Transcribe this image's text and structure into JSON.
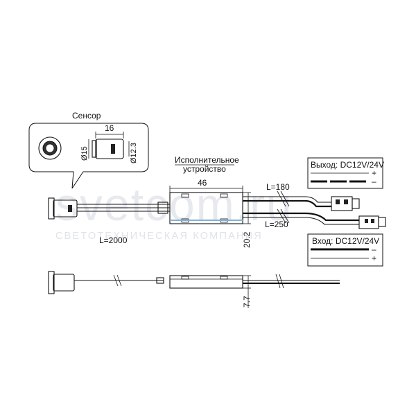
{
  "labels": {
    "sensor_title": "Сенсор",
    "dim_16": "16",
    "dim_d15": "Ø15",
    "dim_d123": "Ø12.3",
    "actuator_line1": "Исполнительное",
    "actuator_line2": "устройство",
    "dim_46": "46",
    "len_180": "L=180",
    "len_250": "L=250",
    "len_2000": "L=2000",
    "dim_202": "20.2",
    "dim_77": "7.7",
    "output_label": "Выход: DC12V/24V",
    "input_label": "Вход: DC12V/24V",
    "plus": "+",
    "minus": "–"
  },
  "watermark": {
    "main": "svetcom.ru",
    "sub": "СВЕТОТЕХНИЧЕСКАЯ КОМПАНИЯ"
  },
  "colors": {
    "line": "#111111",
    "watermark": "#e6e9ee",
    "accent_blue": "#7fb3d8"
  }
}
